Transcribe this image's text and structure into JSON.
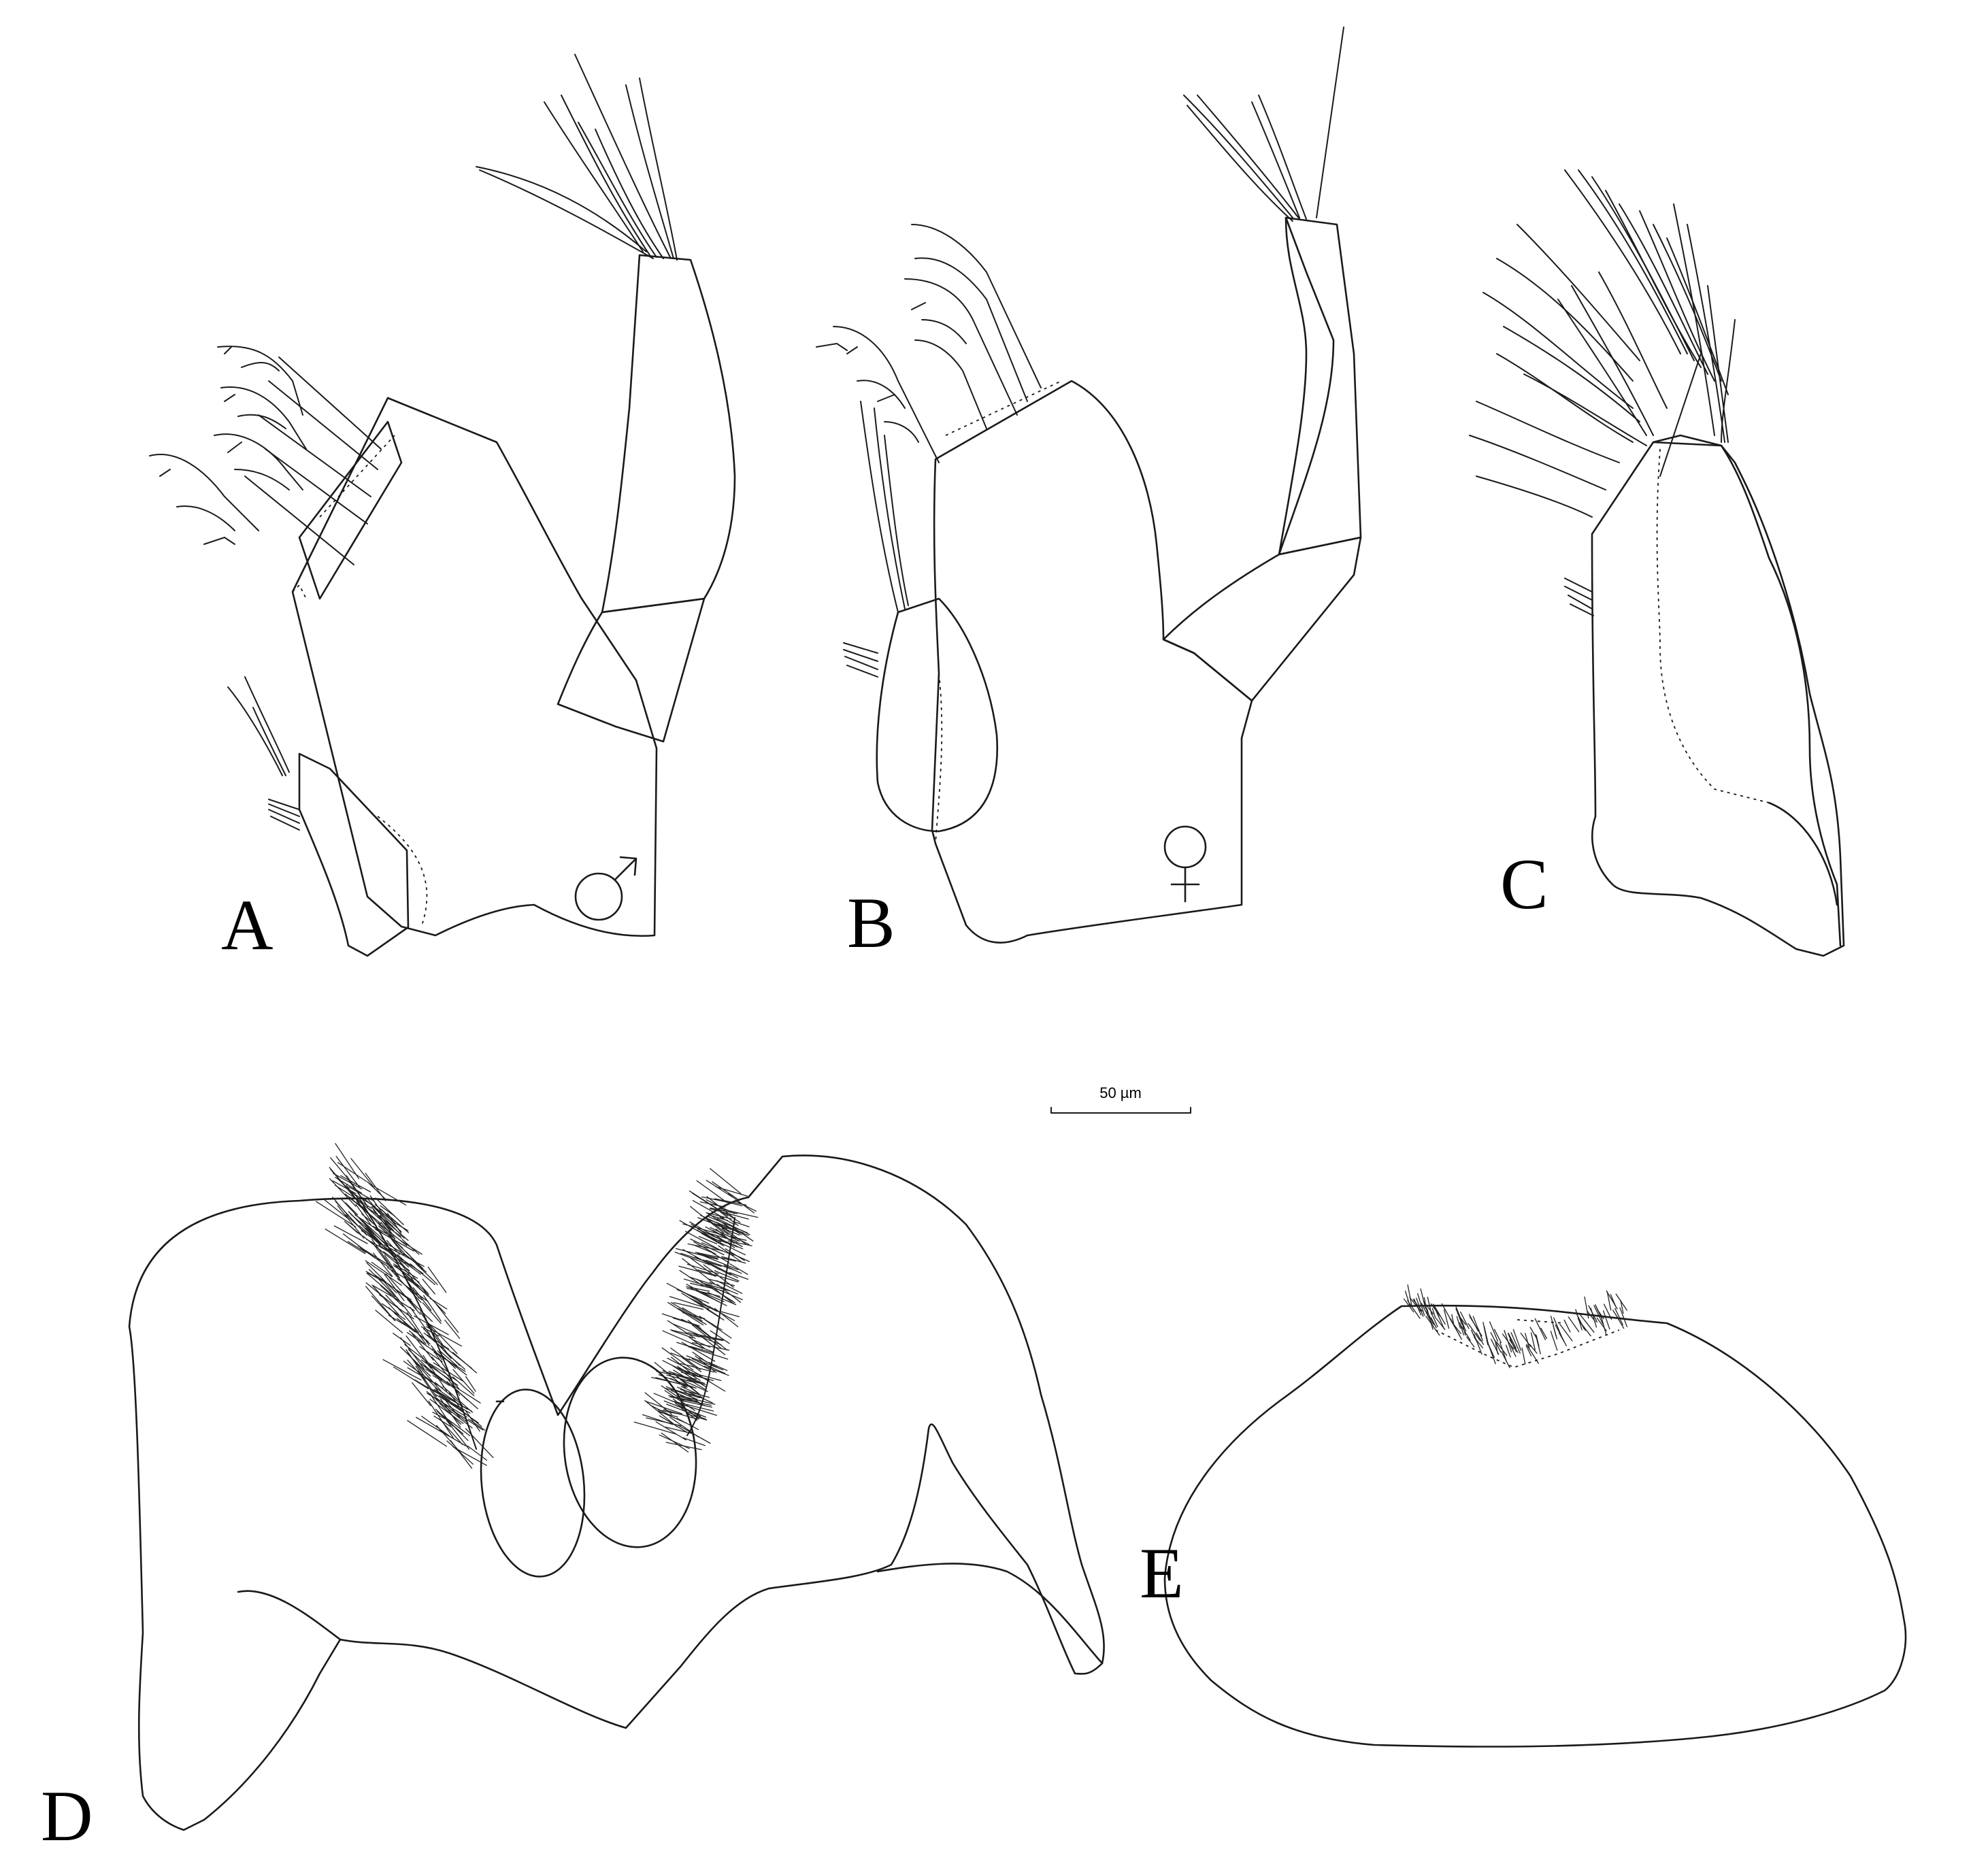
{
  "figure": {
    "panel_labels": {
      "A": "A",
      "B": "B",
      "C": "C",
      "D": "D",
      "E": "E"
    },
    "sex_symbols": {
      "A": "♂",
      "B": "♀"
    },
    "scale_bar": {
      "label": "50 µm"
    }
  }
}
